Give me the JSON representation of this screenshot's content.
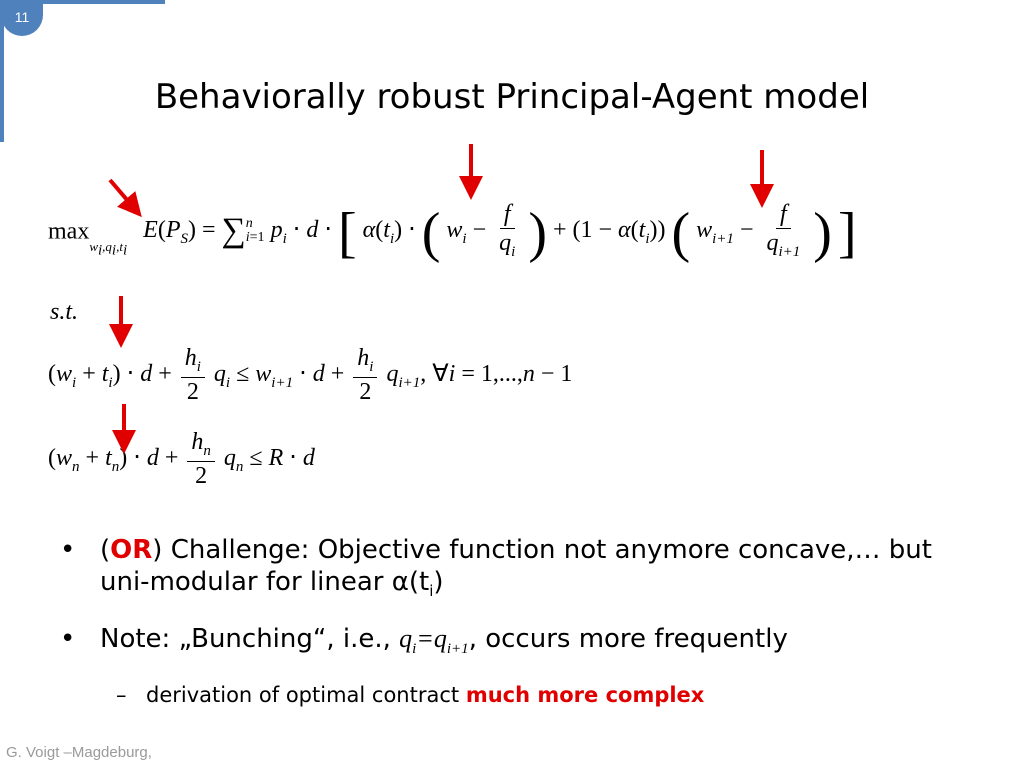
{
  "slide_number": "11",
  "title": "Behaviorally robust Principal-Agent model",
  "bullets": {
    "b1_open": "(",
    "b1_or": "OR",
    "b1_rest": ") Challenge: Objective function not anymore concave,… but uni-modular for linear α(t",
    "b1_sub": "i",
    "b1_close": ")",
    "b2_pre": "Note: „Bunching“, i.e., ",
    "b2_post": ", occurs more frequently",
    "sub1_text": "derivation of optimal contract ",
    "sub1_red": "much more complex"
  },
  "footer": "G. Voigt –Magdeburg,",
  "colors": {
    "accent": "#4f81bd",
    "arrow": "#e00000",
    "highlight": "#e00000",
    "footer": "#9a9a9a"
  }
}
